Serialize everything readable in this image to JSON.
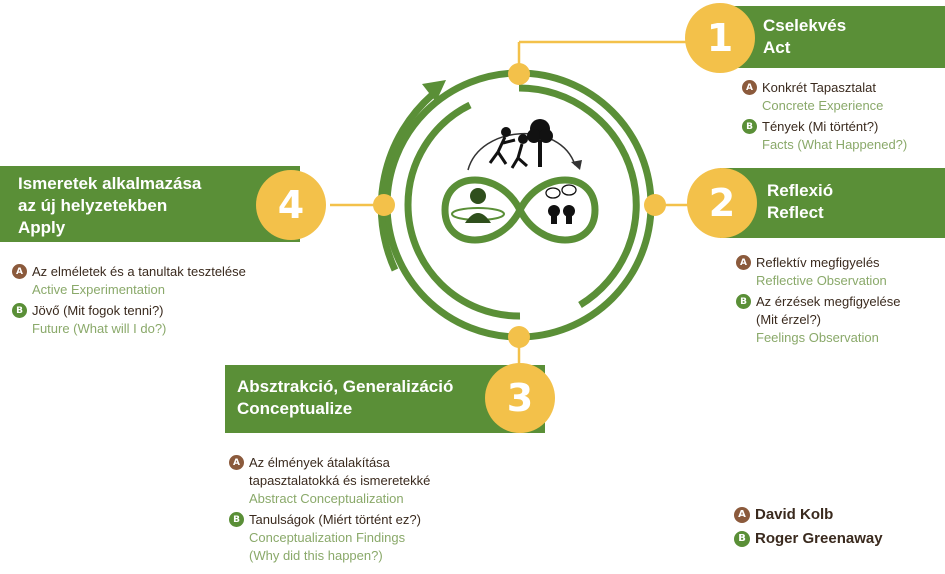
{
  "stages": [
    {
      "number": "1",
      "title_hu": "Cselekvés",
      "title_en": "Act",
      "items": [
        {
          "badge": "A",
          "hu": [
            "Konkrét Tapasztalat"
          ],
          "en": [
            "Concrete Experience"
          ]
        },
        {
          "badge": "B",
          "hu": [
            "Tények (Mi történt?)"
          ],
          "en": [
            "Facts (What Happened?)"
          ]
        }
      ]
    },
    {
      "number": "2",
      "title_hu": "Reflexió",
      "title_en": "Reflect",
      "items": [
        {
          "badge": "A",
          "hu": [
            "Reflektív megfigyelés"
          ],
          "en": [
            "Reflective Observation"
          ]
        },
        {
          "badge": "B",
          "hu": [
            "Az érzések megfigyelése",
            "(Mit érzel?)"
          ],
          "en": [
            "Feelings Observation"
          ]
        }
      ]
    },
    {
      "number": "3",
      "title_hu": "Absztrakció, Generalizáció",
      "title_en": "Conceptualize",
      "items": [
        {
          "badge": "A",
          "hu": [
            "Az élmények átalakítása",
            "tapasztalatokká és ismeretekké"
          ],
          "en": [
            "Abstract Conceptualization"
          ]
        },
        {
          "badge": "B",
          "hu": [
            "Tanulságok (Miért történt ez?)"
          ],
          "en": [
            "Conceptualization Findings",
            "(Why did this happen?)"
          ]
        }
      ]
    },
    {
      "number": "4",
      "title_hu": [
        "Ismeretek alkalmazása",
        "az új helyzetekben"
      ],
      "title_en": "Apply",
      "items": [
        {
          "badge": "A",
          "hu": [
            "Az elméletek és a tanultak tesztelése"
          ],
          "en": [
            "Active Experimentation"
          ]
        },
        {
          "badge": "B",
          "hu": [
            "Jövő (Mit fogok tenni?)"
          ],
          "en": [
            "Future (What will I do?)"
          ]
        }
      ]
    }
  ],
  "legend": [
    {
      "badge": "A",
      "name": "David Kolb"
    },
    {
      "badge": "B",
      "name": "Roger Greenaway"
    }
  ],
  "colors": {
    "green": "#5a8f37",
    "yellow": "#f3c14a",
    "brown": "#8b5a3c",
    "light_green_text": "#8aa96a"
  },
  "icons": [
    "active-people-icon",
    "person-center-icon",
    "dialogue-heads-icon",
    "tree-icon"
  ]
}
